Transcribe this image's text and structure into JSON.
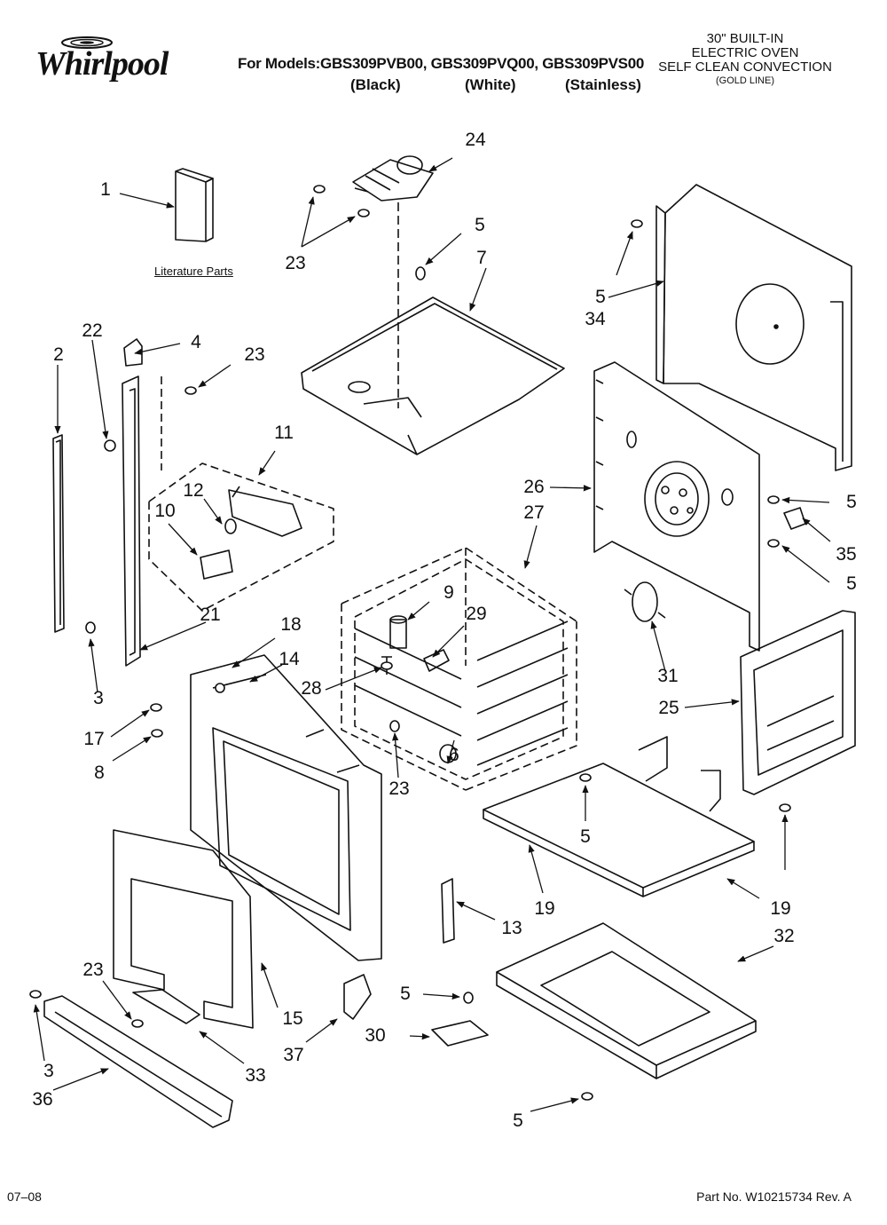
{
  "header": {
    "brand": "Whirlpool",
    "models_line": "For Models:GBS309PVB00, GBS309PVQ00, GBS309PVS00",
    "variants": [
      "(Black)",
      "(White)",
      "(Stainless)"
    ],
    "product_lines": [
      "30\" BUILT-IN",
      "ELECTRIC OVEN",
      "SELF CLEAN CONVECTION"
    ],
    "product_note": "(GOLD LINE)"
  },
  "literature_label": "Literature Parts",
  "callouts": [
    "24",
    "1",
    "23",
    "5",
    "7",
    "5",
    "34",
    "22",
    "4",
    "2",
    "23",
    "11",
    "12",
    "10",
    "26",
    "27",
    "5",
    "35",
    "5",
    "9",
    "29",
    "21",
    "18",
    "14",
    "28",
    "31",
    "3",
    "17",
    "8",
    "25",
    "6",
    "23",
    "5",
    "19",
    "13",
    "19",
    "32",
    "23",
    "5",
    "15",
    "30",
    "3",
    "37",
    "36",
    "33",
    "5"
  ],
  "footer": {
    "date": "07–08",
    "part_no": "Part No. W10215734 Rev. A"
  }
}
